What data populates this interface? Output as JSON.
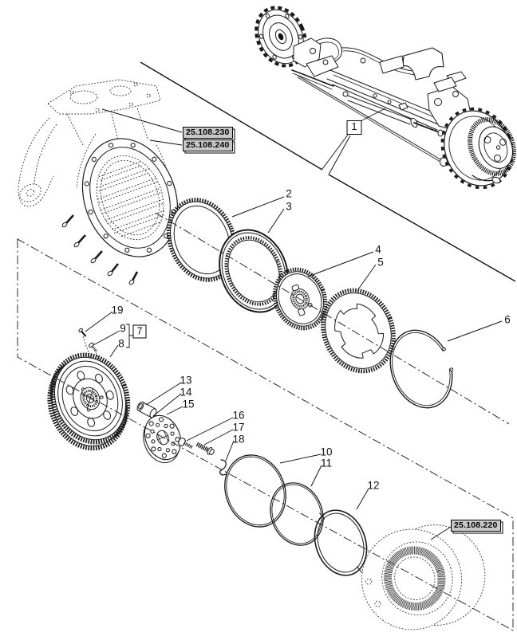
{
  "diagram": {
    "callouts": {
      "c1": "1",
      "c2": "2",
      "c3": "3",
      "c4": "4",
      "c5": "5",
      "c6": "6",
      "c7": "7",
      "c8": "8",
      "c9": "9",
      "c10": "10",
      "c11": "11",
      "c12": "12",
      "c13": "13",
      "c14": "14",
      "c15": "15",
      "c16": "16",
      "c17": "17",
      "c18": "18",
      "c19": "19"
    },
    "ref_boxes": {
      "b230": "25.108.230",
      "b240": "25.108.240",
      "b220": "25.108.220"
    },
    "colors": {
      "ink": "#1a1a1a",
      "ref_box_fill": "#c7c7c7",
      "background": "#ffffff"
    }
  }
}
